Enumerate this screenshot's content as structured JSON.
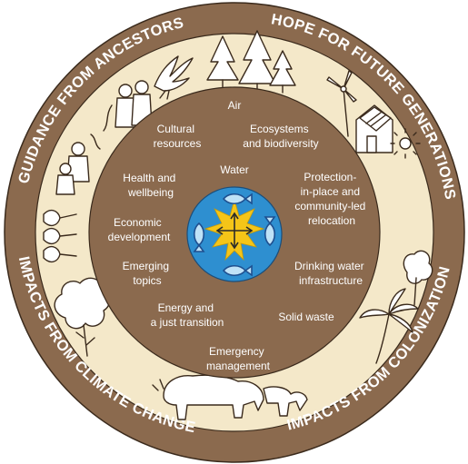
{
  "ring_labels": {
    "top_left": "GUIDANCE FROM ANCESTORS",
    "top_right": "HOPE FOR FUTURE GENERATIONS",
    "bottom_left": "IMPACTS FROM CLIMATE CHANGE",
    "bottom_right": "IMPACTS FROM COLONIZATION"
  },
  "topics": {
    "air": "Air",
    "cultural": [
      "Cultural",
      "resources"
    ],
    "ecosystems": [
      "Ecosystems",
      "and biodiversity"
    ],
    "water": "Water",
    "health": [
      "Health and",
      "wellbeing"
    ],
    "protection": [
      "Protection-",
      "in-place and",
      "community-led",
      "relocation"
    ],
    "economic": [
      "Economic",
      "development"
    ],
    "emerging": [
      "Emerging",
      "topics"
    ],
    "drinking": [
      "Drinking water",
      "infrastructure"
    ],
    "energy": [
      "Energy and",
      "a just transition"
    ],
    "solid_waste": "Solid waste",
    "emergency": [
      "Emergency",
      "management"
    ]
  },
  "colors": {
    "outer_ring": "#8b6a4e",
    "outer_ring_border": "#3a2a1c",
    "cream": "#f4e8c9",
    "earth": "#8b6a4e",
    "water_disc": "#2e8fd0",
    "sun": "#f5c518",
    "fish_fill": "#bfe2f7"
  },
  "icons": [
    "eagle-icon",
    "pine-trees-icon",
    "wind-turbine-icon",
    "solar-house-icon",
    "sun-icon",
    "elders-icon",
    "family-icon",
    "corn-icon",
    "deciduous-tree-icon",
    "palm-tree-icon",
    "bison-icon",
    "four-fish-icon",
    "sun-compass-icon"
  ]
}
